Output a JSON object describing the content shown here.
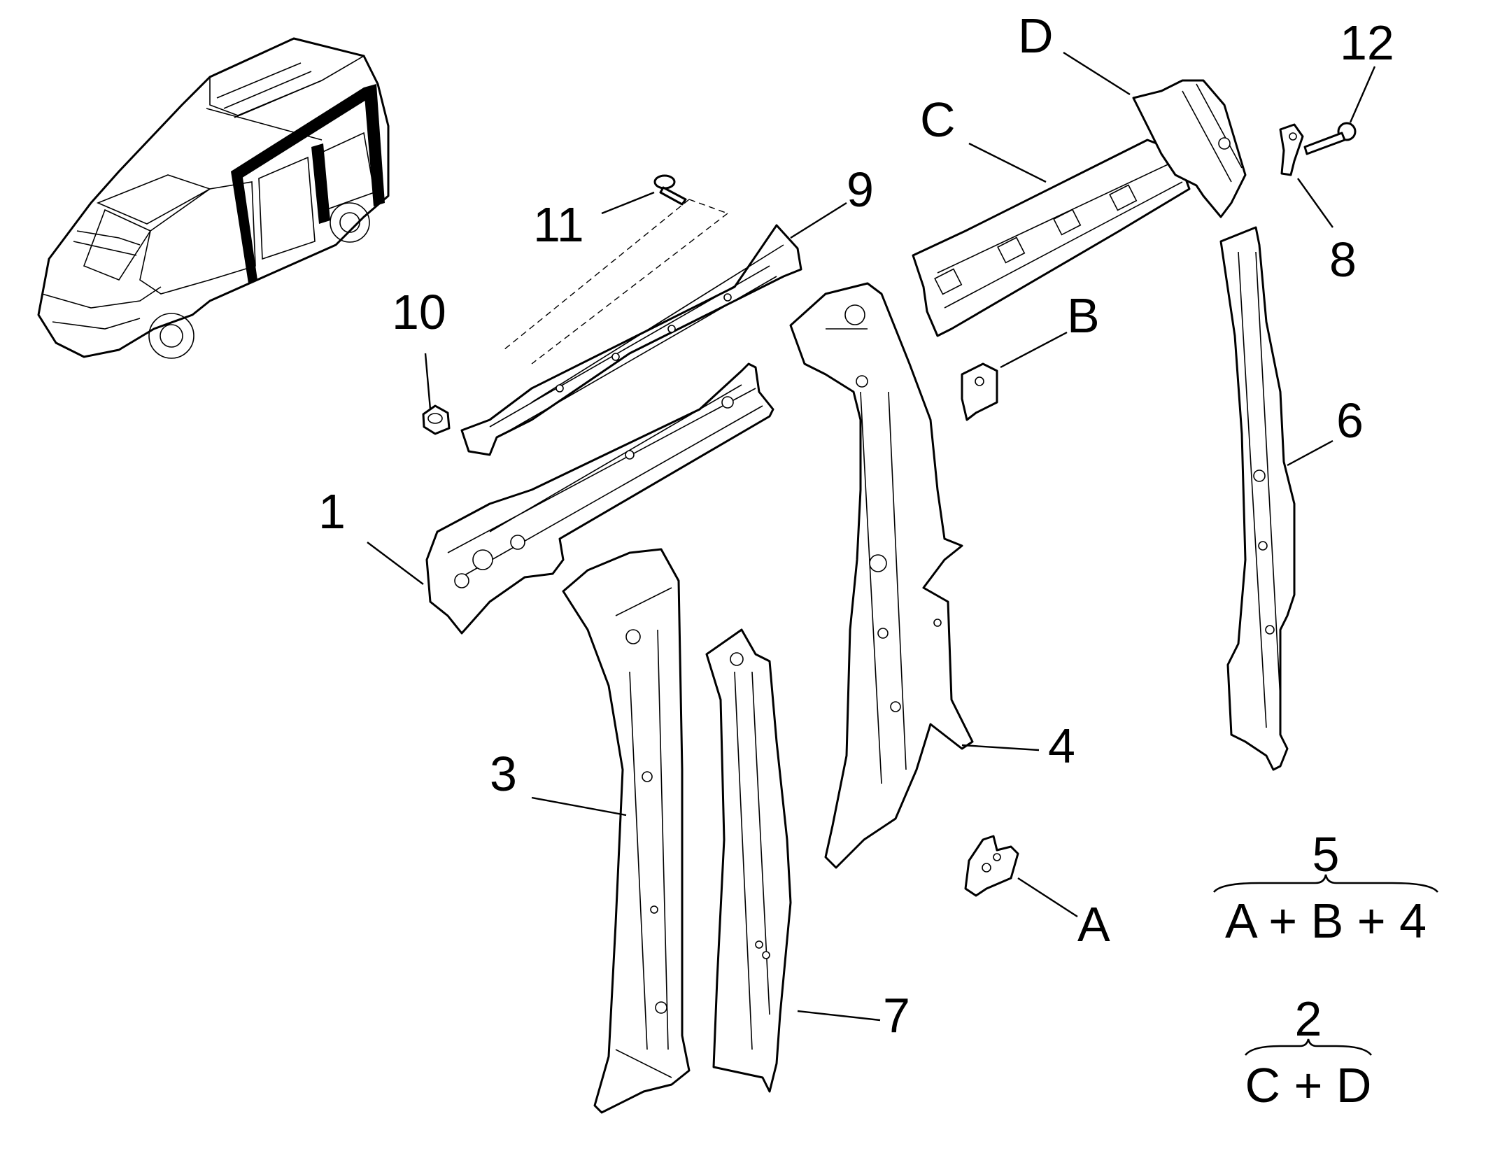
{
  "callouts": {
    "c1": "1",
    "c3": "3",
    "c4": "4",
    "c6": "6",
    "c7": "7",
    "c8": "8",
    "c9": "9",
    "c10": "10",
    "c11": "11",
    "c12": "12",
    "cA": "A",
    "cB": "B",
    "cC": "C",
    "cD": "D"
  },
  "legend": {
    "kit5": {
      "number": "5",
      "formula": "A + B + 4"
    },
    "kit2": {
      "number": "2",
      "formula": "C + D"
    }
  },
  "colors": {
    "ink": "#000000",
    "paper": "#ffffff"
  }
}
